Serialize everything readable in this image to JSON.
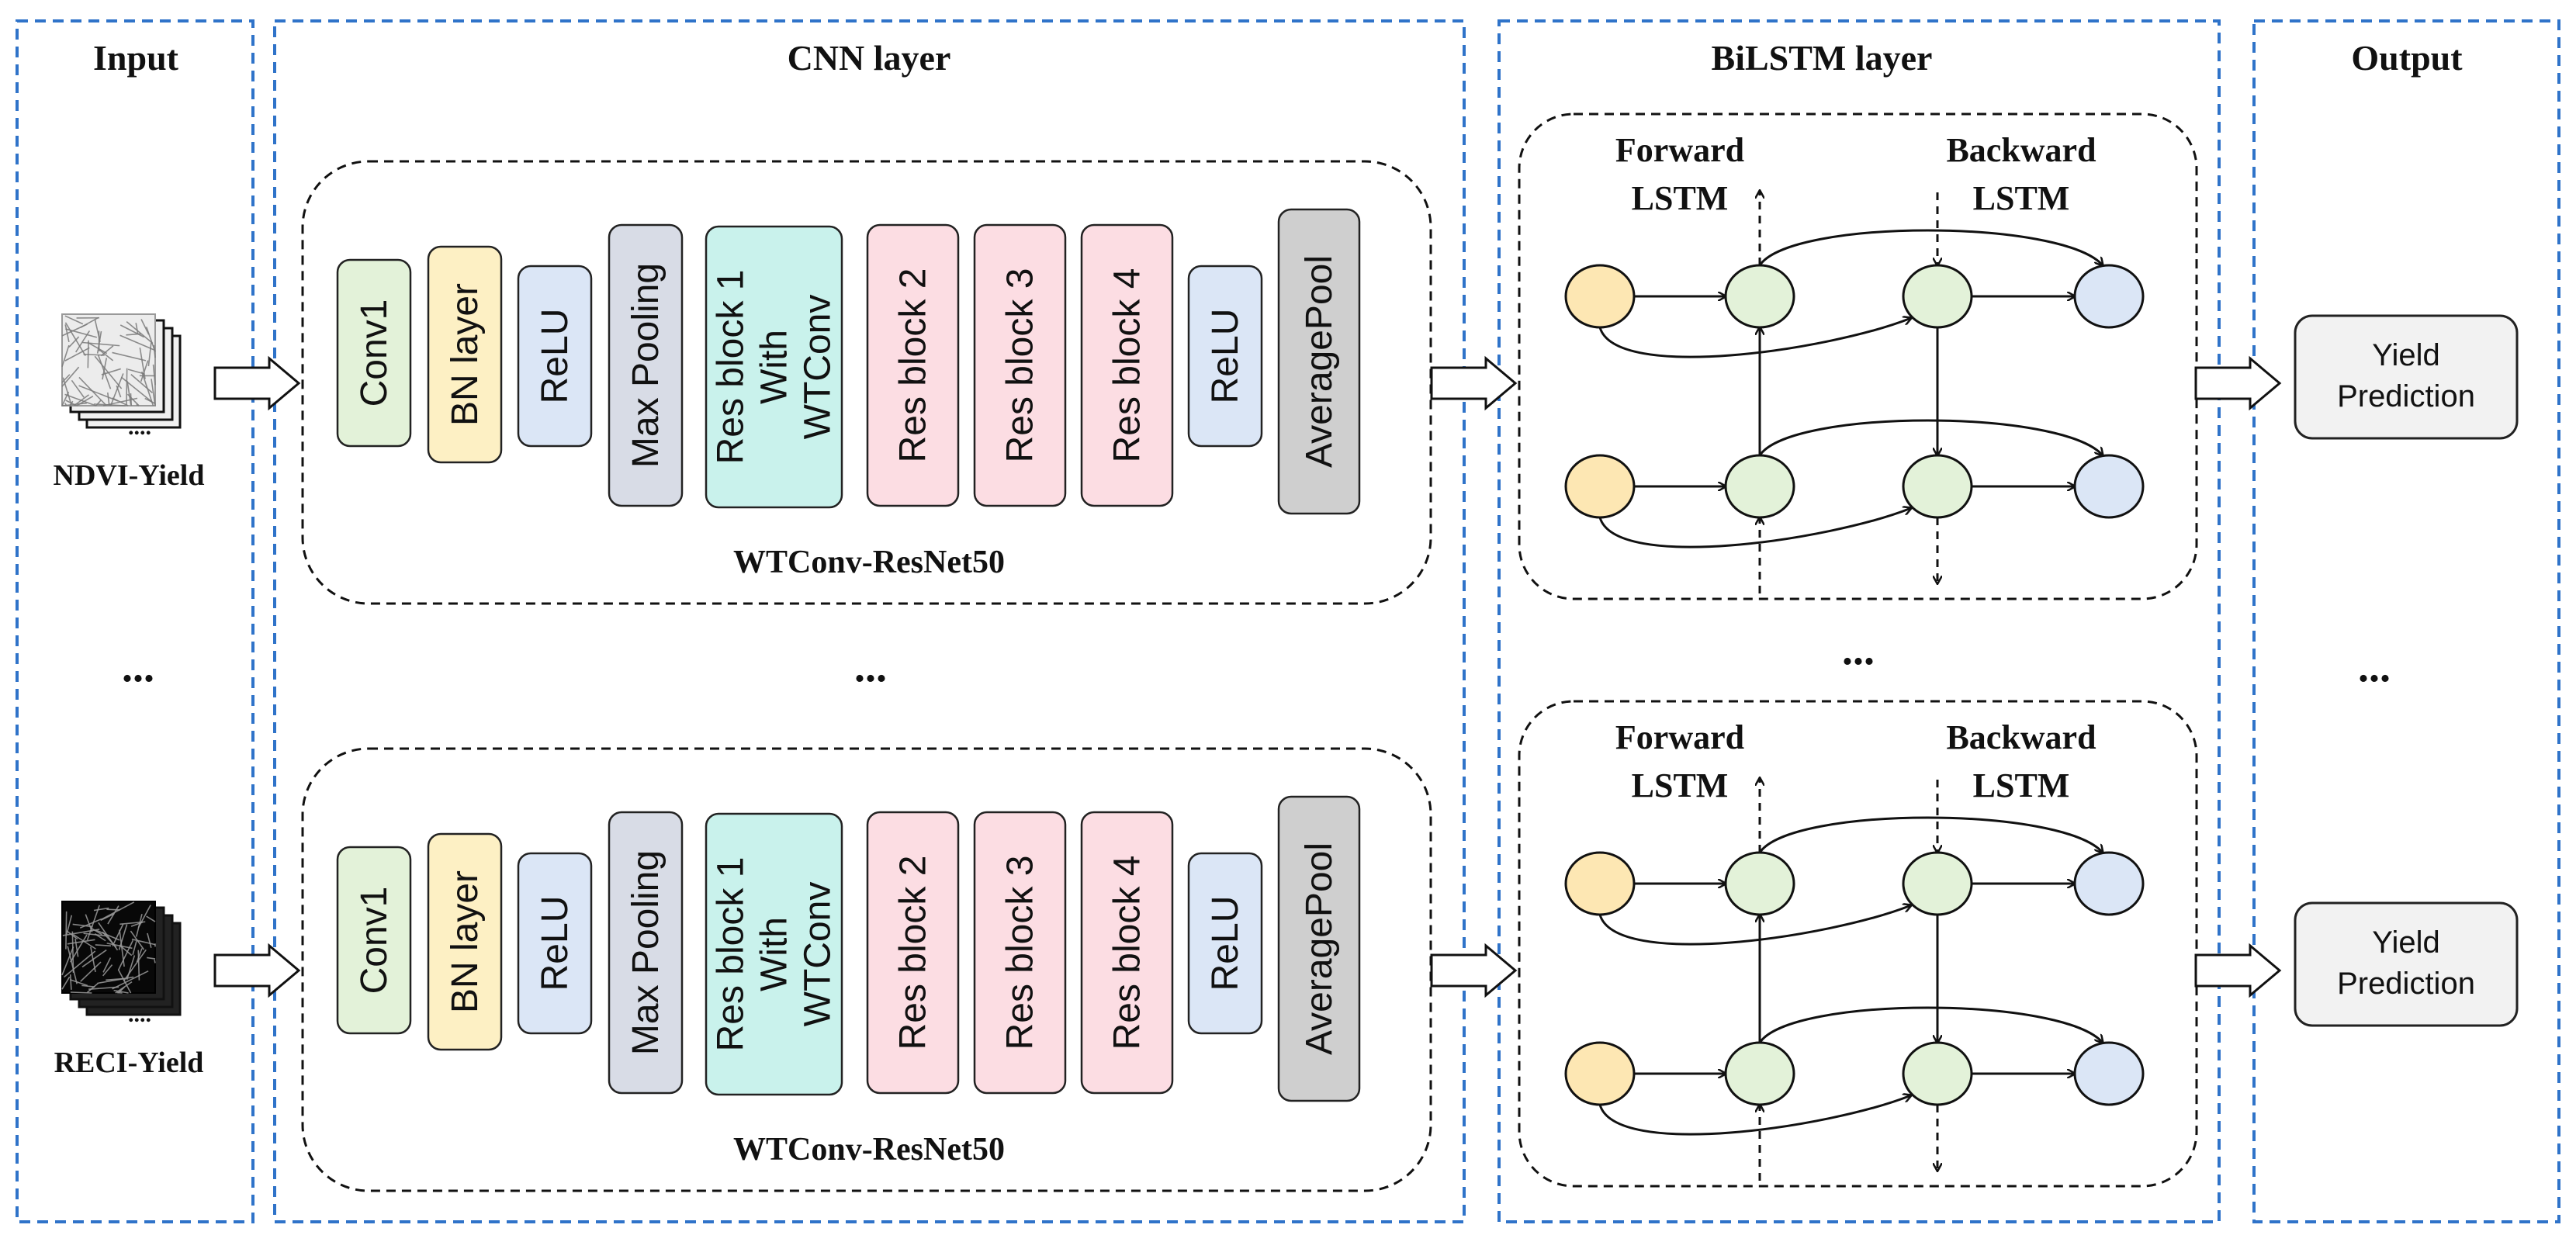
{
  "sections": {
    "input": "Input",
    "cnn": "CNN layer",
    "bilstm": "BiLSTM layer",
    "output": "Output"
  },
  "ellipsis": "...",
  "inputs": [
    {
      "label": "NDVI-Yield",
      "dots": "...."
    },
    {
      "label": "RECI-Yield",
      "dots": "...."
    }
  ],
  "network_name": "WTConv-ResNet50",
  "cnn_blocks": [
    {
      "lines": [
        "Conv1"
      ],
      "fill": "#e3f2d9"
    },
    {
      "lines": [
        "BN layer"
      ],
      "fill": "#fdf0c4"
    },
    {
      "lines": [
        "ReLU"
      ],
      "fill": "#dbe6f6"
    },
    {
      "lines": [
        "Max Pooling"
      ],
      "fill": "#d8dce6"
    },
    {
      "lines": [
        "Res block 1",
        "With",
        "WTConv"
      ],
      "fill": "#c9f2ec"
    },
    {
      "lines": [
        "Res block 2"
      ],
      "fill": "#fcdde3"
    },
    {
      "lines": [
        "Res block 3"
      ],
      "fill": "#fcdde3"
    },
    {
      "lines": [
        "Res block 4"
      ],
      "fill": "#fcdde3"
    },
    {
      "lines": [
        "ReLU"
      ],
      "fill": "#dbe6f6"
    },
    {
      "lines": [
        "AveragePool"
      ],
      "fill": "#cfcfcf"
    }
  ],
  "lstm": {
    "forward_line1": "Forward",
    "forward_line2": "LSTM",
    "backward_line1": "Backward",
    "backward_line2": "LSTM"
  },
  "output_box": {
    "line1": "Yield",
    "line2": "Prediction"
  },
  "colors": {
    "section_border": "#2f73c9",
    "node_input": "#fde7b3",
    "node_hidden": "#e3f2d9",
    "node_output": "#dbe6f6"
  }
}
